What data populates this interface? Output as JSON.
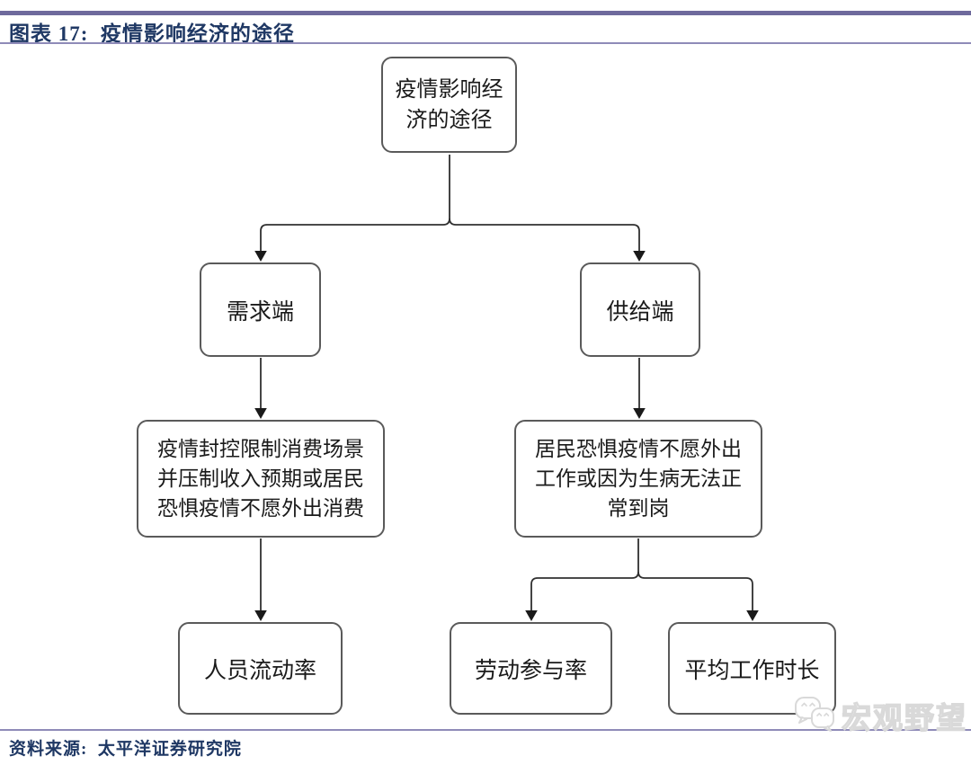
{
  "header": {
    "figure_title": "图表 17:  疫情影响经济的途径"
  },
  "flowchart": {
    "root": "疫情影响经济的途径",
    "demand": "需求端",
    "supply": "供给端",
    "demand_detail": "疫情封控限制消费场景并压制收入预期或居民恐惧疫情不愿外出消费",
    "supply_detail": "居民恐惧疫情不愿外出工作或因为生病无法正常到岗",
    "demand_metric": "人员流动率",
    "supply_metric_1": "劳动参与率",
    "supply_metric_2": "平均工作时长",
    "edges": [
      {
        "from": "疫情影响经济的途径",
        "to": "需求端"
      },
      {
        "from": "疫情影响经济的途径",
        "to": "供给端"
      },
      {
        "from": "需求端",
        "to": "疫情封控限制消费场景并压制收入预期或居民恐惧疫情不愿外出消费"
      },
      {
        "from": "供给端",
        "to": "居民恐惧疫情不愿外出工作或因为生病无法正常到岗"
      },
      {
        "from": "疫情封控限制消费场景并压制收入预期或居民恐惧疫情不愿外出消费",
        "to": "人员流动率"
      },
      {
        "from": "居民恐惧疫情不愿外出工作或因为生病无法正常到岗",
        "to": "劳动参与率"
      },
      {
        "from": "居民恐惧疫情不愿外出工作或因为生病无法正常到岗",
        "to": "平均工作时长"
      }
    ]
  },
  "footer": {
    "source": "资料来源:  太平洋证券研究院"
  },
  "watermark": {
    "text": "宏观野望",
    "icon": "wechat-chat-bubbles-icon"
  },
  "colors": {
    "title_text": "#1f3864",
    "rule_thick": "#6e6a9c",
    "rule_thin": "#8f8bb8",
    "box_border": "#5a5a5a",
    "connector": "#303030",
    "watermark": "#d9d9d9"
  }
}
